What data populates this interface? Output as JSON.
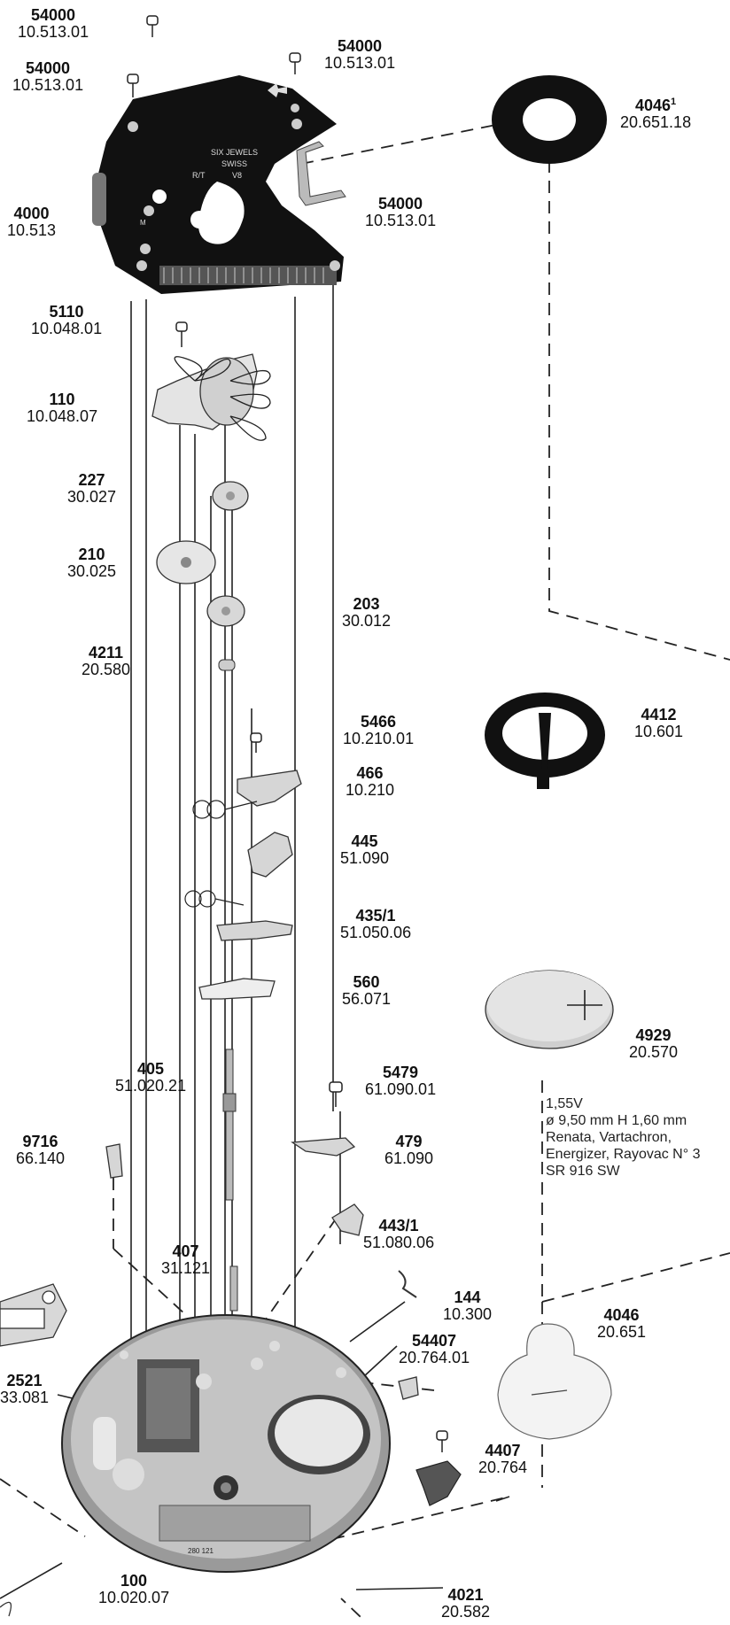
{
  "parts": [
    {
      "id": "p1",
      "number": "54000",
      "ref": "10.513.01"
    },
    {
      "id": "p2",
      "number": "54000",
      "ref": "10.513.01"
    },
    {
      "id": "p3",
      "number": "54000",
      "ref": "10.513.01"
    },
    {
      "id": "p4",
      "number": "4046",
      "sup": "1",
      "ref": "20.651.18"
    },
    {
      "id": "p5",
      "number": "4000",
      "ref": "10.513"
    },
    {
      "id": "p6",
      "number": "54000",
      "ref": "10.513.01"
    },
    {
      "id": "p7",
      "number": "5110",
      "ref": "10.048.01"
    },
    {
      "id": "p8",
      "number": "110",
      "ref": "10.048.07"
    },
    {
      "id": "p9",
      "number": "227",
      "ref": "30.027"
    },
    {
      "id": "p10",
      "number": "210",
      "ref": "30.025"
    },
    {
      "id": "p11",
      "number": "203",
      "ref": "30.012"
    },
    {
      "id": "p12",
      "number": "4211",
      "ref": "20.580"
    },
    {
      "id": "p13",
      "number": "5466",
      "ref": "10.210.01"
    },
    {
      "id": "p14",
      "number": "4412",
      "ref": "10.601"
    },
    {
      "id": "p15",
      "number": "466",
      "ref": "10.210"
    },
    {
      "id": "p16",
      "number": "445",
      "ref": "51.090"
    },
    {
      "id": "p17",
      "number": "435/1",
      "ref": "51.050.06"
    },
    {
      "id": "p18",
      "number": "560",
      "ref": "56.071"
    },
    {
      "id": "p19",
      "number": "4929",
      "ref": "20.570"
    },
    {
      "id": "p20",
      "number": "405",
      "ref": "51.020.21"
    },
    {
      "id": "p21",
      "number": "5479",
      "ref": "61.090.01"
    },
    {
      "id": "p22",
      "number": "9716",
      "ref": "66.140"
    },
    {
      "id": "p23",
      "number": "479",
      "ref": "61.090"
    },
    {
      "id": "p24",
      "number": "407",
      "ref": "31.121"
    },
    {
      "id": "p25",
      "number": "443/1",
      "ref": "51.080.06"
    },
    {
      "id": "p26",
      "number": "144",
      "ref": "10.300"
    },
    {
      "id": "p27",
      "number": "4046",
      "ref": "20.651"
    },
    {
      "id": "p28",
      "number": "54407",
      "ref": "20.764.01"
    },
    {
      "id": "p29",
      "number": "2521",
      "ref": "33.081"
    },
    {
      "id": "p30",
      "number": "4407",
      "ref": "20.764"
    },
    {
      "id": "p31",
      "number": "100",
      "ref": "10.020.07"
    },
    {
      "id": "p32",
      "number": "4021",
      "ref": "20.582"
    }
  ],
  "battery_spec": [
    "1,55V",
    "ø 9,50 mm H 1,60 mm",
    "Renata, Vartachron,",
    "Energizer, Rayovac N° 3",
    "SR 916 SW"
  ],
  "bridge_engraving": {
    "line1": "SIX JEWELS",
    "line2": "SWISS",
    "line3": "V8",
    "rt": "R/T",
    "m": "M"
  },
  "mainplate_engraving": "280 121"
}
